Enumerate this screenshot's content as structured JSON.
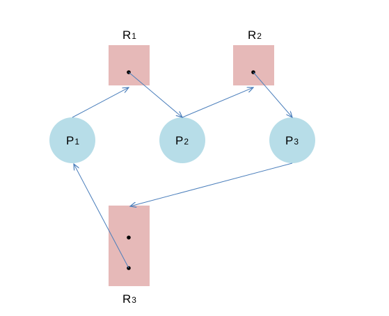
{
  "colors": {
    "background": "#ffffff",
    "resource_fill": "#e6b9b8",
    "process_fill": "#b7dde8",
    "edge_color": "#4a7ebb",
    "instance_dot": "#000000",
    "text": "#000000"
  },
  "resources": [
    {
      "id": "R1",
      "main": "R",
      "sub": "1",
      "instances": 1
    },
    {
      "id": "R2",
      "main": "R",
      "sub": "2",
      "instances": 1
    },
    {
      "id": "R3",
      "main": "R",
      "sub": "3",
      "instances": 2
    }
  ],
  "processes": [
    {
      "id": "P1",
      "main": "P",
      "sub": "1"
    },
    {
      "id": "P2",
      "main": "P",
      "sub": "2"
    },
    {
      "id": "P3",
      "main": "P",
      "sub": "3"
    }
  ],
  "edges": [
    {
      "from": "P1",
      "to": "R1",
      "kind": "request"
    },
    {
      "from": "R1",
      "to": "P2",
      "kind": "assignment"
    },
    {
      "from": "P2",
      "to": "R2",
      "kind": "request"
    },
    {
      "from": "R2",
      "to": "P3",
      "kind": "assignment"
    },
    {
      "from": "P3",
      "to": "R3",
      "kind": "request"
    },
    {
      "from": "R3",
      "to": "P1",
      "kind": "assignment"
    }
  ]
}
